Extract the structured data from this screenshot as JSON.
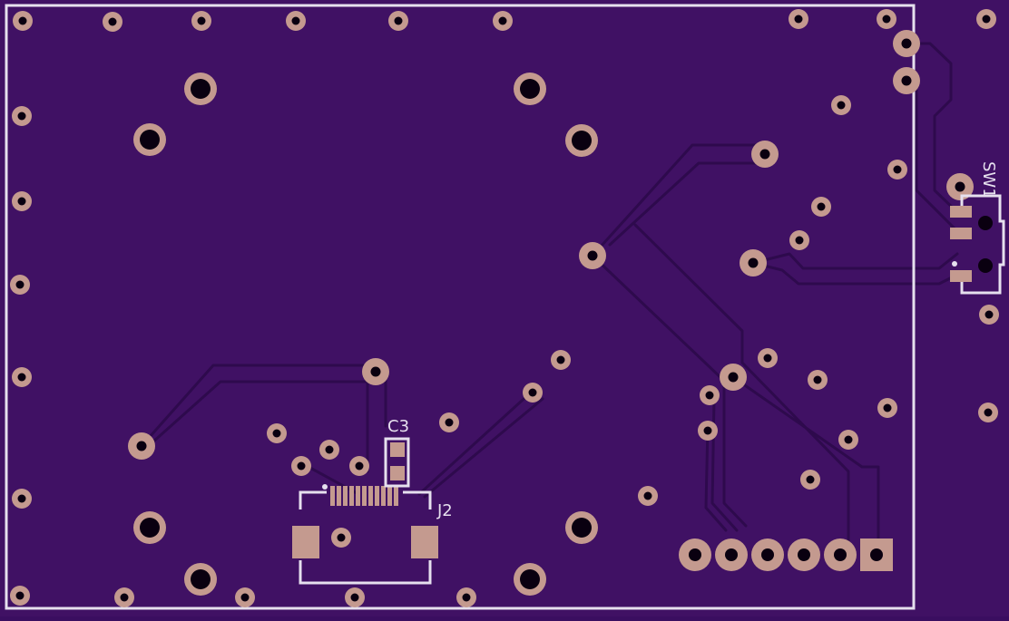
{
  "board": {
    "colors": {
      "substrate": "#3a0e60",
      "solder_mask": "#401164",
      "trace": "#2e0a4d",
      "pad": "#c49a8f",
      "drill": "#0a0010",
      "silkscreen": "#e6e0ee"
    }
  },
  "labels": {
    "c3": "C3",
    "j2": "J2",
    "sw1": "SW1"
  }
}
